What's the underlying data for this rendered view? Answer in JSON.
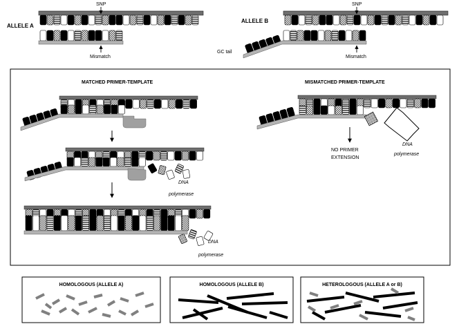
{
  "allele_a": {
    "label": "ALLELE A",
    "snp": "SNP",
    "mismatch": "Mismatch"
  },
  "allele_b": {
    "label": "ALLELE B",
    "snp": "SNP",
    "mismatch": "Mismatch",
    "gc_tail": "GC tail"
  },
  "matched": {
    "title": "MATCHED PRIMER-TEMPLATE",
    "polymerase": [
      "DNA",
      "polymerase"
    ]
  },
  "mismatched": {
    "title": "MISMATCHED PRIMER-TEMPLATE",
    "no_extension": [
      "NO PRIMER",
      "EXTENSION"
    ],
    "polymerase": [
      "DNA",
      "polymerase"
    ]
  },
  "panels": [
    {
      "title": "HOMOLOGOUS (ALLELE A)",
      "fragments": "short-gray"
    },
    {
      "title": "HOMOLOGOUS (ALLELE B)",
      "fragments": "long-black"
    },
    {
      "title": "HETEROLOGOUS (ALLELE A or B)",
      "fragments": "mixed"
    }
  ],
  "colors": {
    "strand": "#6e6e6e",
    "primer": "#b4b4b4",
    "gray_fragment": "#808080",
    "black_fragment": "#000000"
  }
}
